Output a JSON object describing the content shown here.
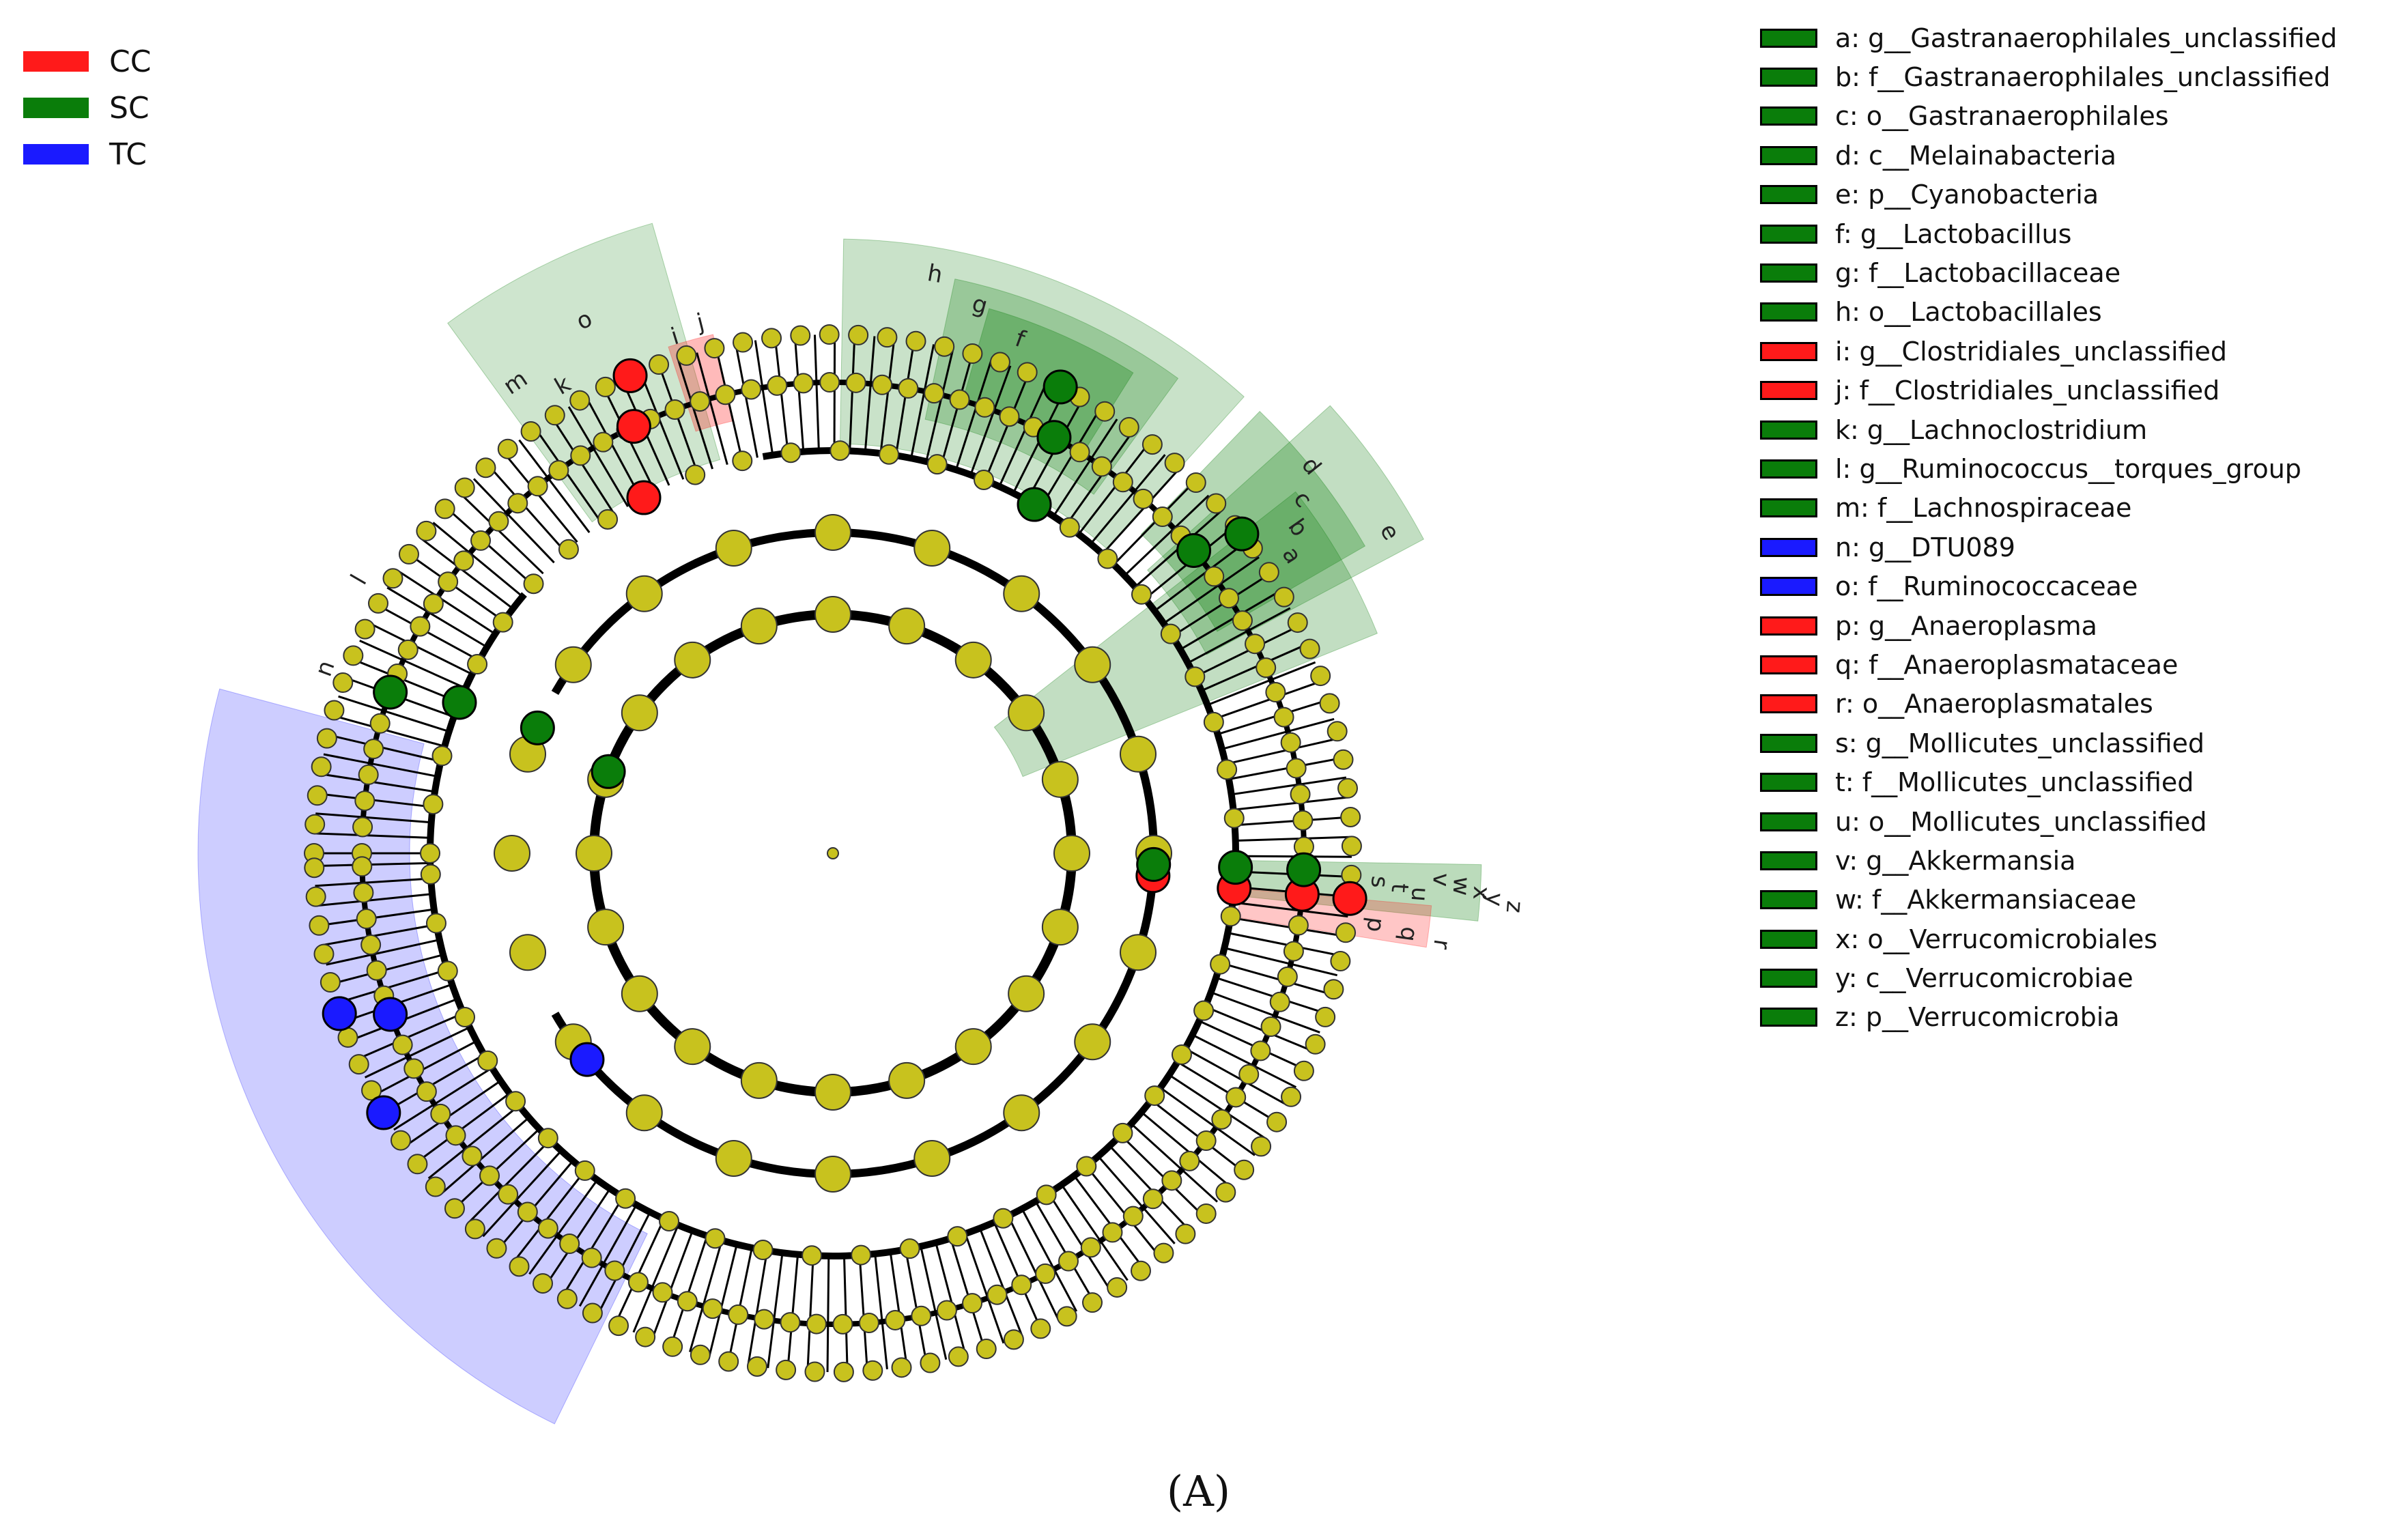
{
  "colors": {
    "CC": "#ff1a1a",
    "SC": "#0a7d0a",
    "TC": "#1a1aff",
    "node_default": "#c8c21e",
    "edge": "#000000"
  },
  "group_legend": [
    {
      "label": "CC",
      "color": "#ff1a1a"
    },
    {
      "label": "SC",
      "color": "#0a7d0a"
    },
    {
      "label": "TC",
      "color": "#1a1aff"
    }
  ],
  "taxa_legend": [
    {
      "key": "a",
      "label": "a: g__Gastranaerophilales_unclassified",
      "group": "SC"
    },
    {
      "key": "b",
      "label": "b: f__Gastranaerophilales_unclassified",
      "group": "SC"
    },
    {
      "key": "c",
      "label": "c: o__Gastranaerophilales",
      "group": "SC"
    },
    {
      "key": "d",
      "label": "d: c__Melainabacteria",
      "group": "SC"
    },
    {
      "key": "e",
      "label": "e: p__Cyanobacteria",
      "group": "SC"
    },
    {
      "key": "f",
      "label": "f: g__Lactobacillus",
      "group": "SC"
    },
    {
      "key": "g",
      "label": "g: f__Lactobacillaceae",
      "group": "SC"
    },
    {
      "key": "h",
      "label": "h: o__Lactobacillales",
      "group": "SC"
    },
    {
      "key": "i",
      "label": "i: g__Clostridiales_unclassified",
      "group": "CC"
    },
    {
      "key": "j",
      "label": "j: f__Clostridiales_unclassified",
      "group": "CC"
    },
    {
      "key": "k",
      "label": "k: g__Lachnoclostridium",
      "group": "SC"
    },
    {
      "key": "l",
      "label": "l: g__Ruminococcus__torques_group",
      "group": "SC"
    },
    {
      "key": "m",
      "label": "m: f__Lachnospiraceae",
      "group": "SC"
    },
    {
      "key": "n",
      "label": "n: g__DTU089",
      "group": "TC"
    },
    {
      "key": "o",
      "label": "o: f__Ruminococcaceae",
      "group": "TC"
    },
    {
      "key": "p",
      "label": "p: g__Anaeroplasma",
      "group": "CC"
    },
    {
      "key": "q",
      "label": "q: f__Anaeroplasmataceae",
      "group": "CC"
    },
    {
      "key": "r",
      "label": "r: o__Anaeroplasmatales",
      "group": "CC"
    },
    {
      "key": "s",
      "label": "s: g__Mollicutes_unclassified",
      "group": "SC"
    },
    {
      "key": "t",
      "label": "t: f__Mollicutes_unclassified",
      "group": "SC"
    },
    {
      "key": "u",
      "label": "u: o__Mollicutes_unclassified",
      "group": "SC"
    },
    {
      "key": "v",
      "label": "v: g__Akkermansia",
      "group": "SC"
    },
    {
      "key": "w",
      "label": "w: f__Akkermansiaceae",
      "group": "SC"
    },
    {
      "key": "x",
      "label": "x: o__Verrucomicrobiales",
      "group": "SC"
    },
    {
      "key": "y",
      "label": "y: c__Verrucomicrobiae",
      "group": "SC"
    },
    {
      "key": "z",
      "label": "z: p__Verrucomicrobia",
      "group": "SC"
    }
  ],
  "clade_letters": [
    "a",
    "b",
    "c",
    "d",
    "e",
    "f",
    "g",
    "h",
    "i",
    "j",
    "k",
    "l",
    "m",
    "n",
    "o",
    "p",
    "q",
    "r",
    "s",
    "t",
    "u",
    "v",
    "w",
    "x",
    "y",
    "z"
  ],
  "caption": "(A)"
}
